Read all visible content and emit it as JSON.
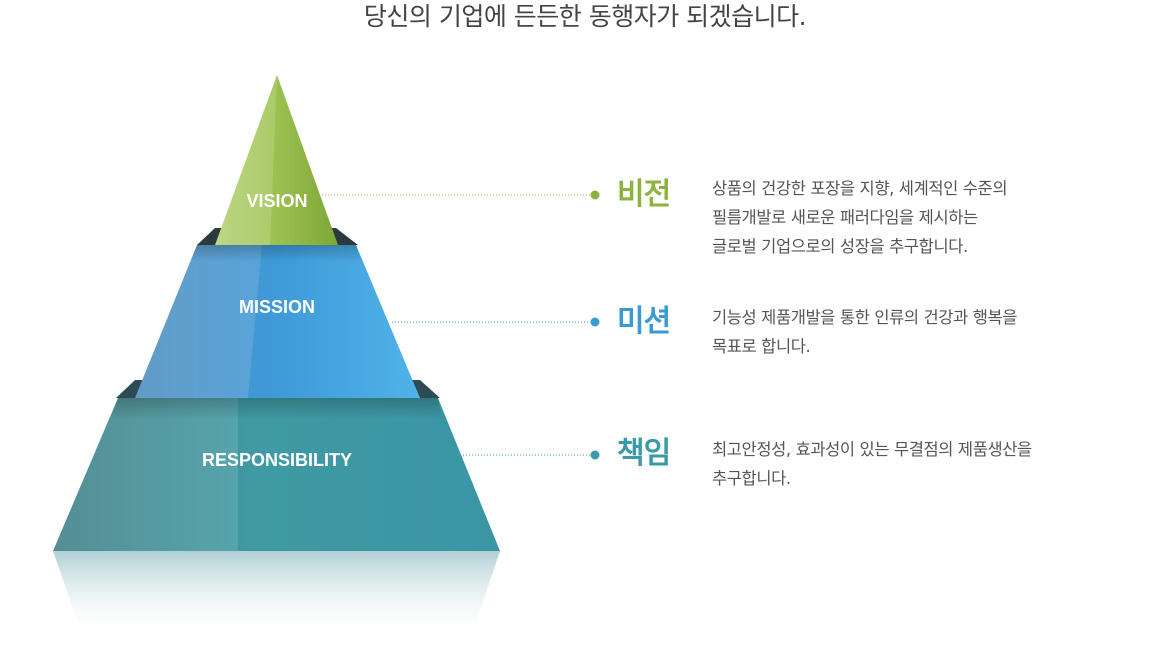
{
  "heading": "당신의 기업에 든든한 동행자가 되겠습니다.",
  "colors": {
    "vision": "#8db23e",
    "mission": "#3a9ad4",
    "responsibility": "#3a9aa8",
    "text": "#555555"
  },
  "tiers": [
    {
      "label": "VISION",
      "title": "비전",
      "lines": [
        "상품의 건강한 포장을 지향, 세계적인 수준의",
        "필름개발로 새로운 패러다임을 제시하는",
        "글로벌 기업으로의 성장을 추구합니다."
      ]
    },
    {
      "label": "MISSION",
      "title": "미션",
      "lines": [
        "기능성 제품개발을 통한 인류의 건강과 행복을",
        "목표로 합니다."
      ]
    },
    {
      "label": "RESPONSIBILITY",
      "title": "책임",
      "lines": [
        "최고안정성, 효과성이 있는 무결점의 제품생산을",
        "추구합니다."
      ]
    }
  ]
}
